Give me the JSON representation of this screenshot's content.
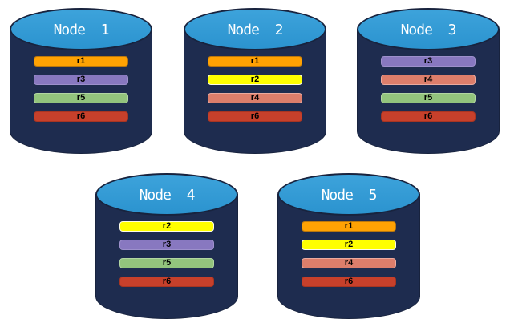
{
  "diagram": {
    "description": "Five database node cylinders showing replica placement",
    "colors": {
      "cylinder_body": "#1E2C4F",
      "cylinder_top": "#2E9BD5",
      "outline": "#18233E",
      "title_text": "#FFFFFF",
      "bar_text": "#000000"
    },
    "replica_colors": {
      "r1": {
        "fill": "#FFA203",
        "border": "#B9770E"
      },
      "r2": {
        "fill": "#FFFF00",
        "border": "#FBFBE8"
      },
      "r3": {
        "fill": "#8878C0",
        "border": "#9D90CC"
      },
      "r4": {
        "fill": "#DD7E6B",
        "border": "#EBAA9E"
      },
      "r5": {
        "fill": "#93C47D",
        "border": "#B2D6A2"
      },
      "r6": {
        "fill": "#C7402B",
        "border": "#A83522"
      }
    },
    "nodes": [
      {
        "label": "Node  1",
        "replicas": [
          "r1",
          "r3",
          "r5",
          "r6"
        ]
      },
      {
        "label": "Node  2",
        "replicas": [
          "r1",
          "r2",
          "r4",
          "r6"
        ]
      },
      {
        "label": "Node  3",
        "replicas": [
          "r3",
          "r4",
          "r5",
          "r6"
        ]
      },
      {
        "label": "Node  4",
        "replicas": [
          "r2",
          "r3",
          "r5",
          "r6"
        ]
      },
      {
        "label": "Node  5",
        "replicas": [
          "r1",
          "r2",
          "r4",
          "r6"
        ]
      }
    ]
  }
}
